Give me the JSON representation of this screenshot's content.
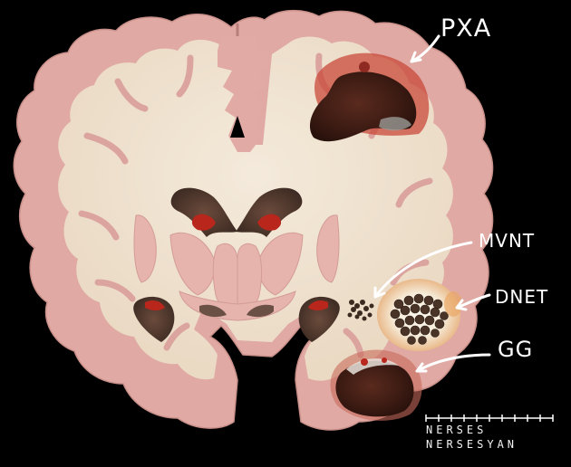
{
  "labels": {
    "pxa": "PXA",
    "mvnt": "MVNT",
    "dnet": "DNET",
    "gg": "GG"
  },
  "signature": {
    "line1": "NERSES",
    "line2": "NERSESYAN"
  },
  "colors": {
    "background": "#000000",
    "cortex": "#e0a9a3",
    "white_matter": "#efe2cf",
    "lesion_dark": "#3a1c14",
    "hemorrhage": "#b8261c",
    "nodules": "#4a3327"
  },
  "icons": {
    "arrows": "curved-arrow"
  }
}
